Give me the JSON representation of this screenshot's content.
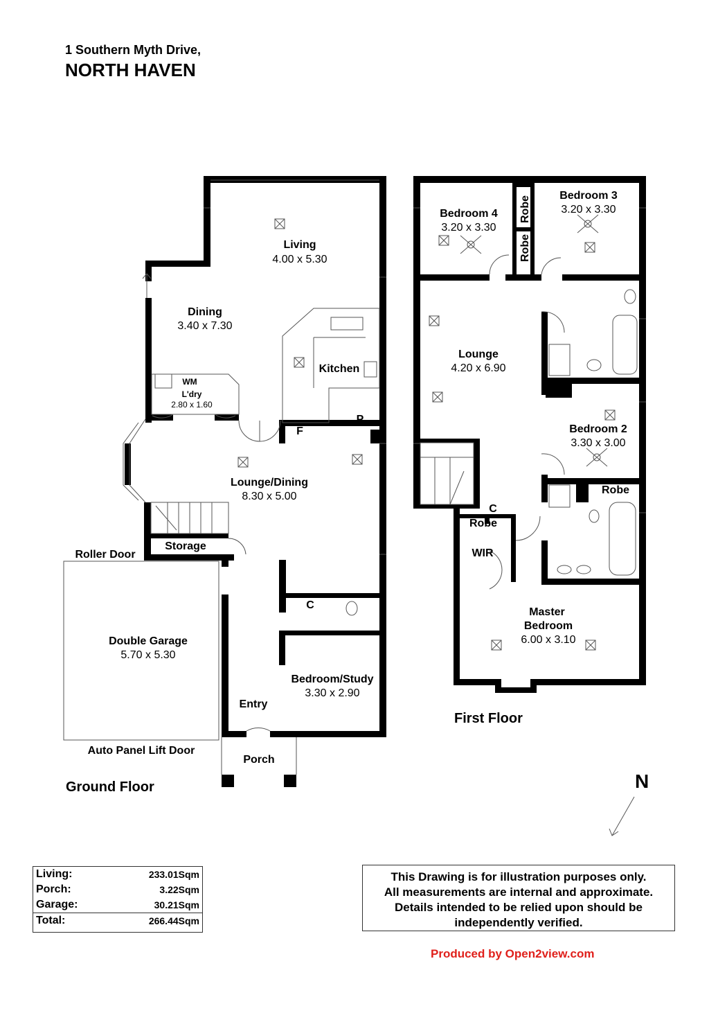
{
  "address": {
    "street": "1 Southern Myth Drive,",
    "suburb": "NORTH HAVEN"
  },
  "ground_floor": {
    "title": "Ground Floor",
    "rooms": {
      "living": {
        "name": "Living",
        "dims": "4.00 x 5.30"
      },
      "dining": {
        "name": "Dining",
        "dims": "3.40 x 7.30"
      },
      "kitchen": {
        "name": "Kitchen"
      },
      "laundry": {
        "name": "L'dry",
        "dims": "2.80 x 1.60",
        "wm": "WM"
      },
      "lounge_dining": {
        "name": "Lounge/Dining",
        "dims": "8.30 x 5.00"
      },
      "storage": {
        "name": "Storage"
      },
      "garage": {
        "name": "Double Garage",
        "dims": "5.70 x 5.30"
      },
      "bedroom_study": {
        "name": "Bedroom/Study",
        "dims": "3.30 x 2.90"
      },
      "entry": {
        "name": "Entry"
      },
      "porch": {
        "name": "Porch"
      },
      "fridge": "F",
      "pantry": "P",
      "cupboard": "C"
    },
    "roller_door": "Roller Door",
    "auto_door": "Auto Panel Lift Door"
  },
  "first_floor": {
    "title": "First Floor",
    "rooms": {
      "bedroom4": {
        "name": "Bedroom 4",
        "dims": "3.20 x 3.30"
      },
      "bedroom3": {
        "name": "Bedroom 3",
        "dims": "3.20 x 3.30"
      },
      "lounge": {
        "name": "Lounge",
        "dims": "4.20 x 6.90"
      },
      "bedroom2": {
        "name": "Bedroom 2",
        "dims": "3.30 x 3.00"
      },
      "master": {
        "name1": "Master",
        "name2": "Bedroom",
        "dims": "6.00 x 3.10"
      },
      "robe": "Robe",
      "wir": "WIR",
      "cupboard": "C"
    }
  },
  "north": "N",
  "areas": [
    {
      "label": "Living:",
      "value": "233.01Sqm"
    },
    {
      "label": "Porch:",
      "value": "3.22Sqm"
    },
    {
      "label": "Garage:",
      "value": "30.21Sqm"
    },
    {
      "label": "Total:",
      "value": "266.44Sqm"
    }
  ],
  "disclaimer": [
    "This Drawing is for illustration purposes only.",
    "All measurements are internal and approximate.",
    "Details intended to be relied upon should be",
    "independently verified."
  ],
  "credit": "Produced by Open2view.com"
}
